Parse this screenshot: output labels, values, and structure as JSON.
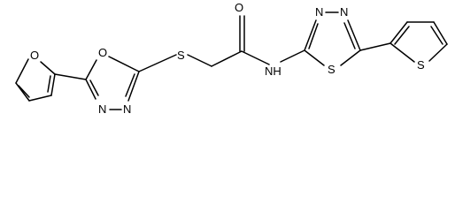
{
  "labels": {
    "furan_o": "O",
    "oxadiazole_o": "O",
    "oxadiazole_n_left": "N",
    "oxadiazole_n_right": "N",
    "thioether_s": "S",
    "carbonyl_o": "O",
    "amide_nh": "NH",
    "thiadiazole_n_left": "N",
    "thiadiazole_n_right": "N",
    "thiadiazole_s": "S",
    "thiophene_s": "S"
  },
  "colors": {
    "bond": "#000000",
    "background": "#ffffff"
  }
}
